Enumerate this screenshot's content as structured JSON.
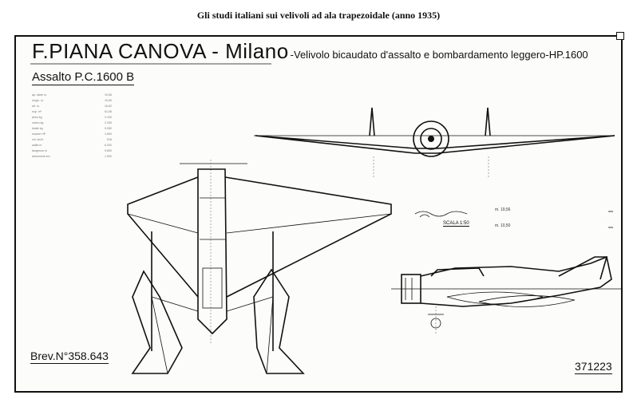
{
  "caption": "Gli studi italiani sui velivoli ad ala trapezoidale (anno 1935)",
  "sheet": {
    "title_main": "F.PIANA CANOVA - Milano",
    "title_sub": "-Velivolo bicaudato d'assalto e bombardamento leggero-HP.1600",
    "subtitle": "Assalto P.C.1600 B",
    "patent": "Brev.N°358.643",
    "drawing_number": "371223",
    "scale_label": "SCALA 1:50",
    "dim_1": "m. 19,56",
    "dim_2": "m. 10,50",
    "spec_rows": [
      [
        "ap. alare m.",
        "19,56"
      ],
      [
        "lungh. m.",
        "10,50"
      ],
      [
        "alt. m.",
        "16,62"
      ],
      [
        "sup. m²",
        "61,56"
      ],
      [
        "peso kg",
        "3.100"
      ],
      [
        "carico kg",
        "2.250"
      ],
      [
        "totale kg",
        "5.350"
      ],
      [
        "motore HP",
        "1.600"
      ],
      [
        "vel. km/h",
        "516"
      ],
      [
        "salita m",
        "6.000"
      ],
      [
        "tangenza m",
        "9.800"
      ],
      [
        "autonomia km",
        "1.500"
      ]
    ]
  }
}
